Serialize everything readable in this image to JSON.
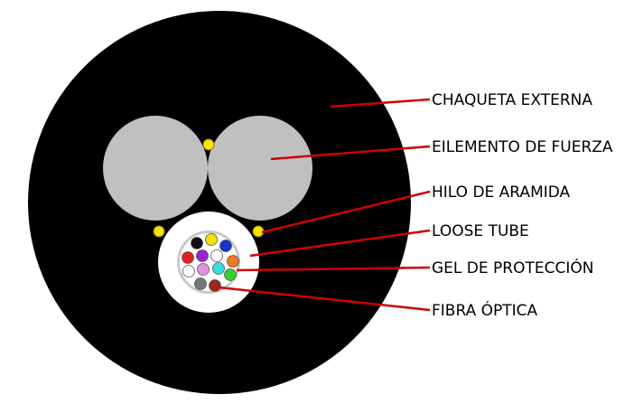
{
  "colors": {
    "jacket": "#000000",
    "strength_member": "#c0c0c0",
    "aramid": "#f5e400",
    "tube": "#ffffff",
    "gel": "#c8c8c8",
    "leader": "#d00000"
  },
  "labels": {
    "jacket": "CHAQUETA EXTERNA",
    "strength": "EILEMENTO DE FUERZA",
    "aramid": "HILO DE ARAMIDA",
    "tube": "LOOSE TUBE",
    "gel": "GEL DE PROTECCIÓN",
    "fiber": "FIBRA ÓPTICA"
  },
  "fiber_colors": [
    "#111111",
    "#f2e000",
    "#1c2fd0",
    "#e02020",
    "#a020d0",
    "#ffffff",
    "#f07a20",
    "#ffffff",
    "#e890e0",
    "#30e0e0",
    "#30d030",
    "#777777",
    "#9a2a1a"
  ]
}
